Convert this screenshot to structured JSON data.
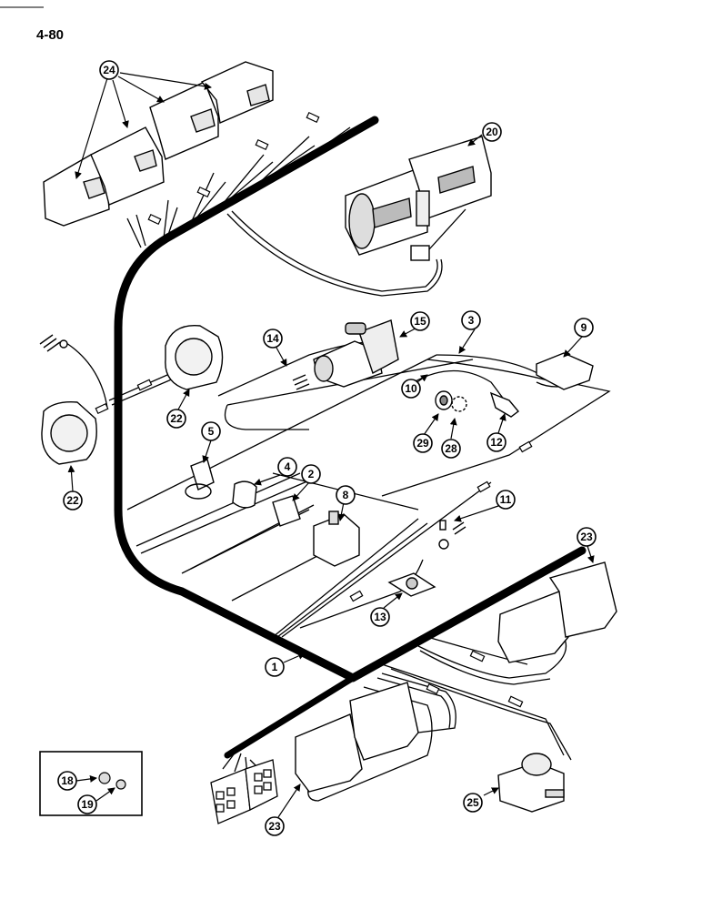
{
  "page_number": "4-80",
  "callouts": {
    "c1": "1",
    "c2": "2",
    "c3": "3",
    "c4": "4",
    "c5": "5",
    "c8": "8",
    "c9": "9",
    "c10": "10",
    "c11": "11",
    "c12": "12",
    "c13": "13",
    "c14": "14",
    "c15": "15",
    "c18": "18",
    "c19": "19",
    "c20": "20",
    "c22a": "22",
    "c22b": "22",
    "c23a": "23",
    "c23b": "23",
    "c24": "24",
    "c25": "25",
    "c28": "28",
    "c29": "29"
  }
}
